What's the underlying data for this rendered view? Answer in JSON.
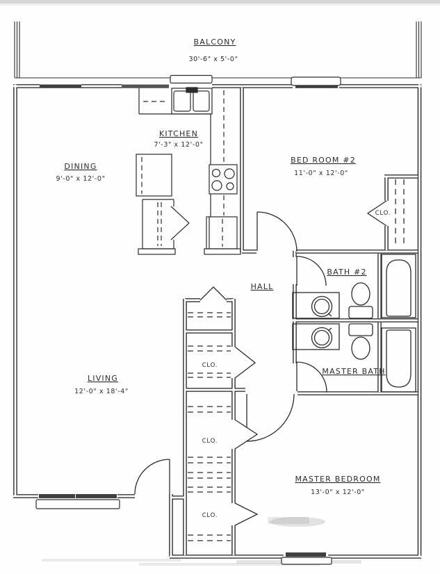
{
  "colors": {
    "ink": "#2b2b2b",
    "paper": "#fefefe",
    "glazing": "#3f3f3f"
  },
  "rooms": {
    "balcony": {
      "name": "BALCONY",
      "dims": "30'-6\" x 5'-0\""
    },
    "kitchen": {
      "name": "KITCHEN",
      "dims": "7'-3\" x 12'-0\""
    },
    "dining": {
      "name": "DINING",
      "dims": "9'-0\" x 12'-0\""
    },
    "bedroom2": {
      "name": "BED ROOM #2",
      "dims": "11'-0\" x 12'-0\""
    },
    "bath2": {
      "name": "BATH #2"
    },
    "hall": {
      "name": "HALL"
    },
    "master_bath": {
      "name": "MASTER BATH"
    },
    "living": {
      "name": "LIVING",
      "dims": "12'-0\" x 18'-4\""
    },
    "master_bedroom": {
      "name": "MASTER BEDROOM",
      "dims": "13'-0\" x 12'-0\""
    },
    "closet": {
      "name": "CLO."
    }
  },
  "fixtures": [
    "balcony-railing",
    "sliding-glass-door",
    "double-kitchen-sink",
    "range-4-burner",
    "refrigerator",
    "pantry",
    "bathtub-bath2",
    "bathtub-master",
    "toilet-bath2",
    "toilet-master",
    "vanity-sink-bath2",
    "vanity-sink-master",
    "closet-shelf-rods",
    "door-swings",
    "windows-with-sills"
  ]
}
